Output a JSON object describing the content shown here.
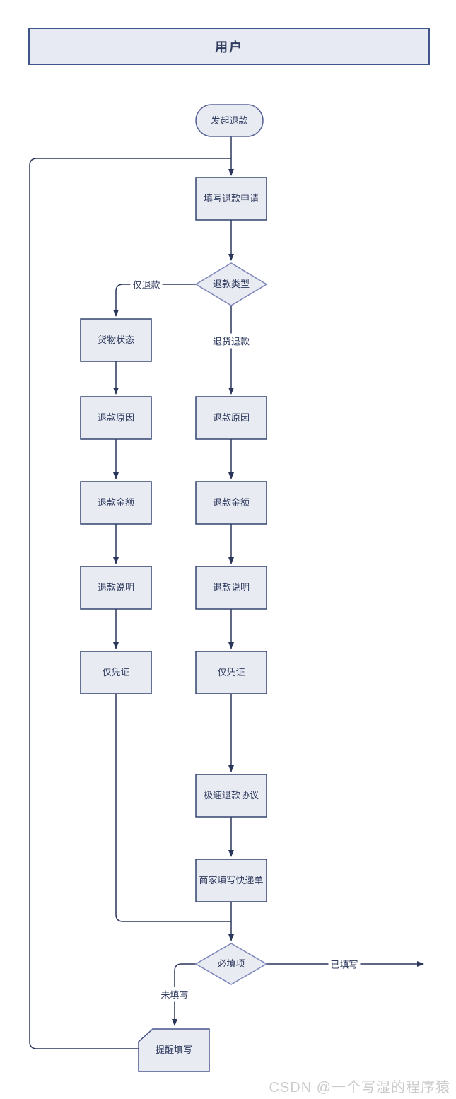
{
  "flowchart": {
    "lane_title": "用户",
    "nodes": {
      "start": "发起退款",
      "fill_apply": "填写退款申请",
      "refund_type": "退款类型",
      "goods_status": "货物状态",
      "refund_reason_left": "退款原因",
      "refund_amount_left": "退款金额",
      "refund_note_left": "退款说明",
      "voucher_left": "仅凭证",
      "refund_reason_right": "退款原因",
      "refund_amount_right": "退款金额",
      "refund_note_right": "退款说明",
      "voucher_right": "仅凭证",
      "fast_refund_agreement": "极速退款协议",
      "merchant_fill_express": "商家填写快递单",
      "required_check": "必填项",
      "remind_fill": "提醒填写"
    },
    "edge_labels": {
      "refund_only": "仅退款",
      "return_refund": "退货退款",
      "filled": "已填写",
      "not_filled": "未填写"
    }
  },
  "watermark": "CSDN @一个写湿的程序猿",
  "colors": {
    "page_bg": "#ffffff",
    "node_fill": "#e9ebf3",
    "header_fill": "#e7eaf2",
    "rect_border": "#33436e",
    "header_border": "#3e568c",
    "ellipse_border": "#5b6498",
    "diamond_border": "#7c84b8",
    "card_border": "#49548a",
    "line_color": "#2a355a",
    "text_color": "#2f3b5e",
    "watermark_color": "#cbcbcb"
  }
}
